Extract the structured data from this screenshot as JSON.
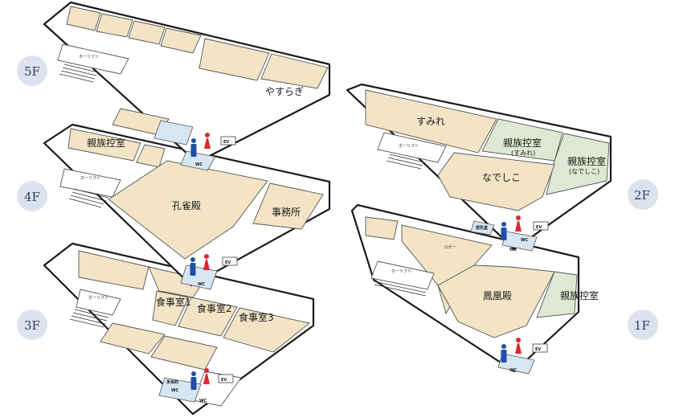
{
  "floors": {
    "5F": {
      "label": "5F",
      "rooms": {
        "yasuragi": "やすらぎ"
      },
      "elevator": "ホーリフト",
      "restroom": "WC",
      "ev": "EV"
    },
    "4F": {
      "label": "4F",
      "rooms": {
        "shinzoku": "親族控室",
        "kujaku": "孔雀殿",
        "jimusho": "事務所"
      },
      "elevator": "ホーリフト",
      "restroom": "WC",
      "ev": "EV"
    },
    "3F": {
      "label": "3F",
      "rooms": {
        "shokuji1": "食事室1",
        "shokuji2": "食事室2",
        "shokuji3": "食事室3"
      },
      "elevator": "ホーリフト",
      "restroom": "WC",
      "ev": "EV",
      "small_room": "多目的"
    },
    "2F": {
      "label": "2F",
      "rooms": {
        "sumire": "すみれ",
        "shinzoku_sumire": "親族控室",
        "shinzoku_sumire_sub": "(すみれ)",
        "nadeshiko": "なでしこ",
        "shinzoku_nadeshiko": "親族控室",
        "shinzoku_nadeshiko_sub": "(なでしこ)"
      },
      "elevator": "ホーリフト",
      "restroom": "WC",
      "ev": "EV",
      "small_room": "授乳室"
    },
    "1F": {
      "label": "1F",
      "rooms": {
        "lobby": "ロビー",
        "houou": "鳳凰殿",
        "shinzoku": "親族控室"
      },
      "elevator": "ホーリフト",
      "restroom": "WC",
      "ev": "EV"
    }
  },
  "colors": {
    "room": "#f2e4c5",
    "room_green": "#dfe8d2",
    "wc_area": "#d6e6f2",
    "men": "#1f4fa8",
    "women": "#e0262b",
    "badge": "#dde3ee",
    "badge_text": "#2b3f66"
  },
  "icons": [
    "man-icon",
    "woman-icon",
    "stair-icon",
    "elevator-icon"
  ]
}
